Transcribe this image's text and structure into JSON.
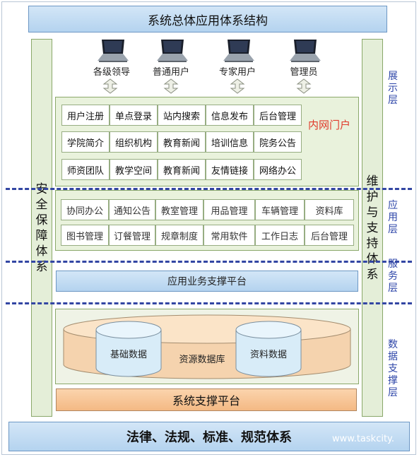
{
  "title": "系统总体应用体系结构",
  "users": [
    {
      "label": "各级领导"
    },
    {
      "label": "普通用户"
    },
    {
      "label": "专家用户"
    },
    {
      "label": "管理员"
    }
  ],
  "left_column": [
    "安",
    "全",
    "保",
    "障",
    "体",
    "系"
  ],
  "right_column": [
    "维",
    "护",
    "与",
    "支",
    "持",
    "体",
    "系"
  ],
  "layers": {
    "presentation": [
      "展",
      "示",
      "层"
    ],
    "application": [
      "应",
      "用",
      "层"
    ],
    "service": [
      "服",
      "务",
      "层"
    ],
    "data": [
      "数",
      "据",
      "支",
      "撑",
      "层"
    ]
  },
  "portal_label": "内网门户",
  "portal_rows": [
    [
      "用户注册",
      "单点登录",
      "站内搜索",
      "信息发布",
      "后台管理"
    ],
    [
      "学院简介",
      "组织机构",
      "教育新闻",
      "培训信息",
      "院务公告"
    ],
    [
      "师资团队",
      "教学空间",
      "教育新闻",
      "友情链接",
      "网络办公"
    ]
  ],
  "app_rows": [
    [
      "协同办公",
      "通知公告",
      "教室管理",
      "用品管理",
      "车辆管理",
      "资料库"
    ],
    [
      "图书管理",
      "订餐管理",
      "规章制度",
      "常用软件",
      "工作日志",
      "后台管理"
    ]
  ],
  "service_platform": "应用业务支撑平台",
  "database": {
    "center": "资源数据库",
    "left": "基础数据",
    "right": "资料数据"
  },
  "system_platform": "系统支撑平台",
  "bottom_bar": "法律、法规、标准、规范体系",
  "watermark": "www.taskcity.",
  "colors": {
    "layer_text": "#2d45a8",
    "portal_label": "#e03a2a",
    "dash": "#3346a3"
  }
}
